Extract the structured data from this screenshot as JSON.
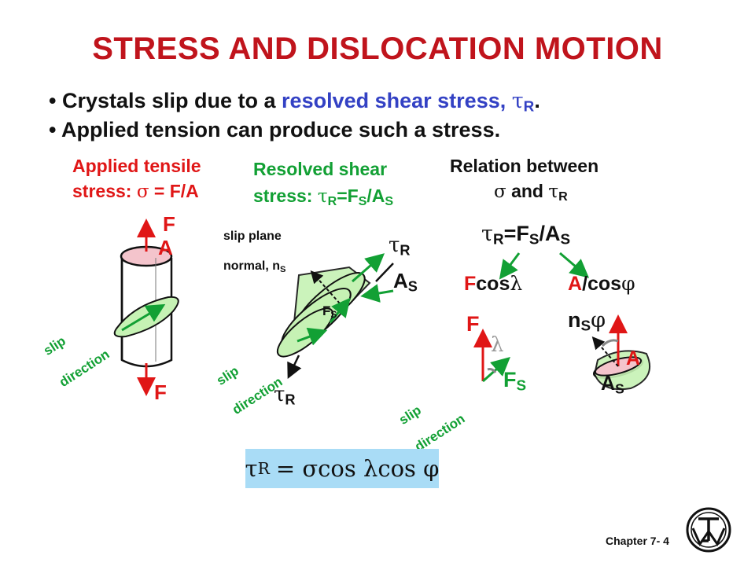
{
  "title": "STRESS AND DISLOCATION MOTION",
  "bullets": {
    "b1_prefix": "• Crystals slip due to a ",
    "b1_highlight": "resolved shear stress, ",
    "b1_symbol": "τ",
    "b1_sub": "R",
    "b1_end": ".",
    "b2": "• Applied tension can produce such a stress."
  },
  "panel1": {
    "heading_line1": "Applied tensile",
    "heading_line2_prefix": "stress: ",
    "heading_line2_sigma": "σ",
    "heading_line2_rest": " = F/A",
    "force_top": "F",
    "area": "A",
    "force_bottom": "F",
    "slip_word": "slip",
    "direction_word": "direction"
  },
  "panel2": {
    "heading_line1": "Resolved shear",
    "heading_line2_prefix": "stress: ",
    "tau": "τ",
    "R": "R",
    "eq": "=F",
    "S": "S",
    "slash_A": "/A",
    "S2": "S",
    "slip_plane": "slip plane",
    "normal_prefix": "normal, n",
    "normal_sub": "S",
    "tau_top": "τ",
    "tau_top_sub": "R",
    "As_top": "A",
    "As_top_sub": "S",
    "Fs": "F",
    "Fs_sub": "S",
    "tau_bottom": "τ",
    "tau_bottom_sub": "R",
    "slip_word": "slip",
    "direction_word": "direction"
  },
  "panel3": {
    "heading_line1": "Relation between",
    "heading_line2_sigma": "σ",
    "heading_line2_and": " and ",
    "heading_line2_tau": "τ",
    "heading_line2_R": "R",
    "rel_tau": "τ",
    "rel_R": "R",
    "rel_eq": "=F",
    "rel_S": "S",
    "rel_slash": "/A",
    "rel_S2": "S",
    "fcos_F": "F",
    "fcos_text": "cos",
    "lambda": "λ",
    "acos_A": "A",
    "acos_text": "/cos",
    "phi": "φ",
    "F_label": "F",
    "lambda_small": "λ",
    "Fs": "F",
    "Fs_sub": "S",
    "ns": "n",
    "ns_sub": "S",
    "phi_small": "φ",
    "A_label": "A",
    "As": "A",
    "As_sub": "S",
    "slip_word": "slip",
    "direction_word": "direction"
  },
  "formula": {
    "tau": "τ",
    "R": "R",
    "rest": "= σcos λcos φ"
  },
  "footer": "Chapter 7- 4",
  "logo_icon": "publisher-logo-icon",
  "colors": {
    "title": "#c0141c",
    "highlight": "#3341c4",
    "force": "#e01616",
    "slip": "#12a034",
    "slip_plane_fill": "#c6f2b4",
    "area_fill": "#f4c4cc",
    "formula_bg": "#a9dcf6"
  }
}
